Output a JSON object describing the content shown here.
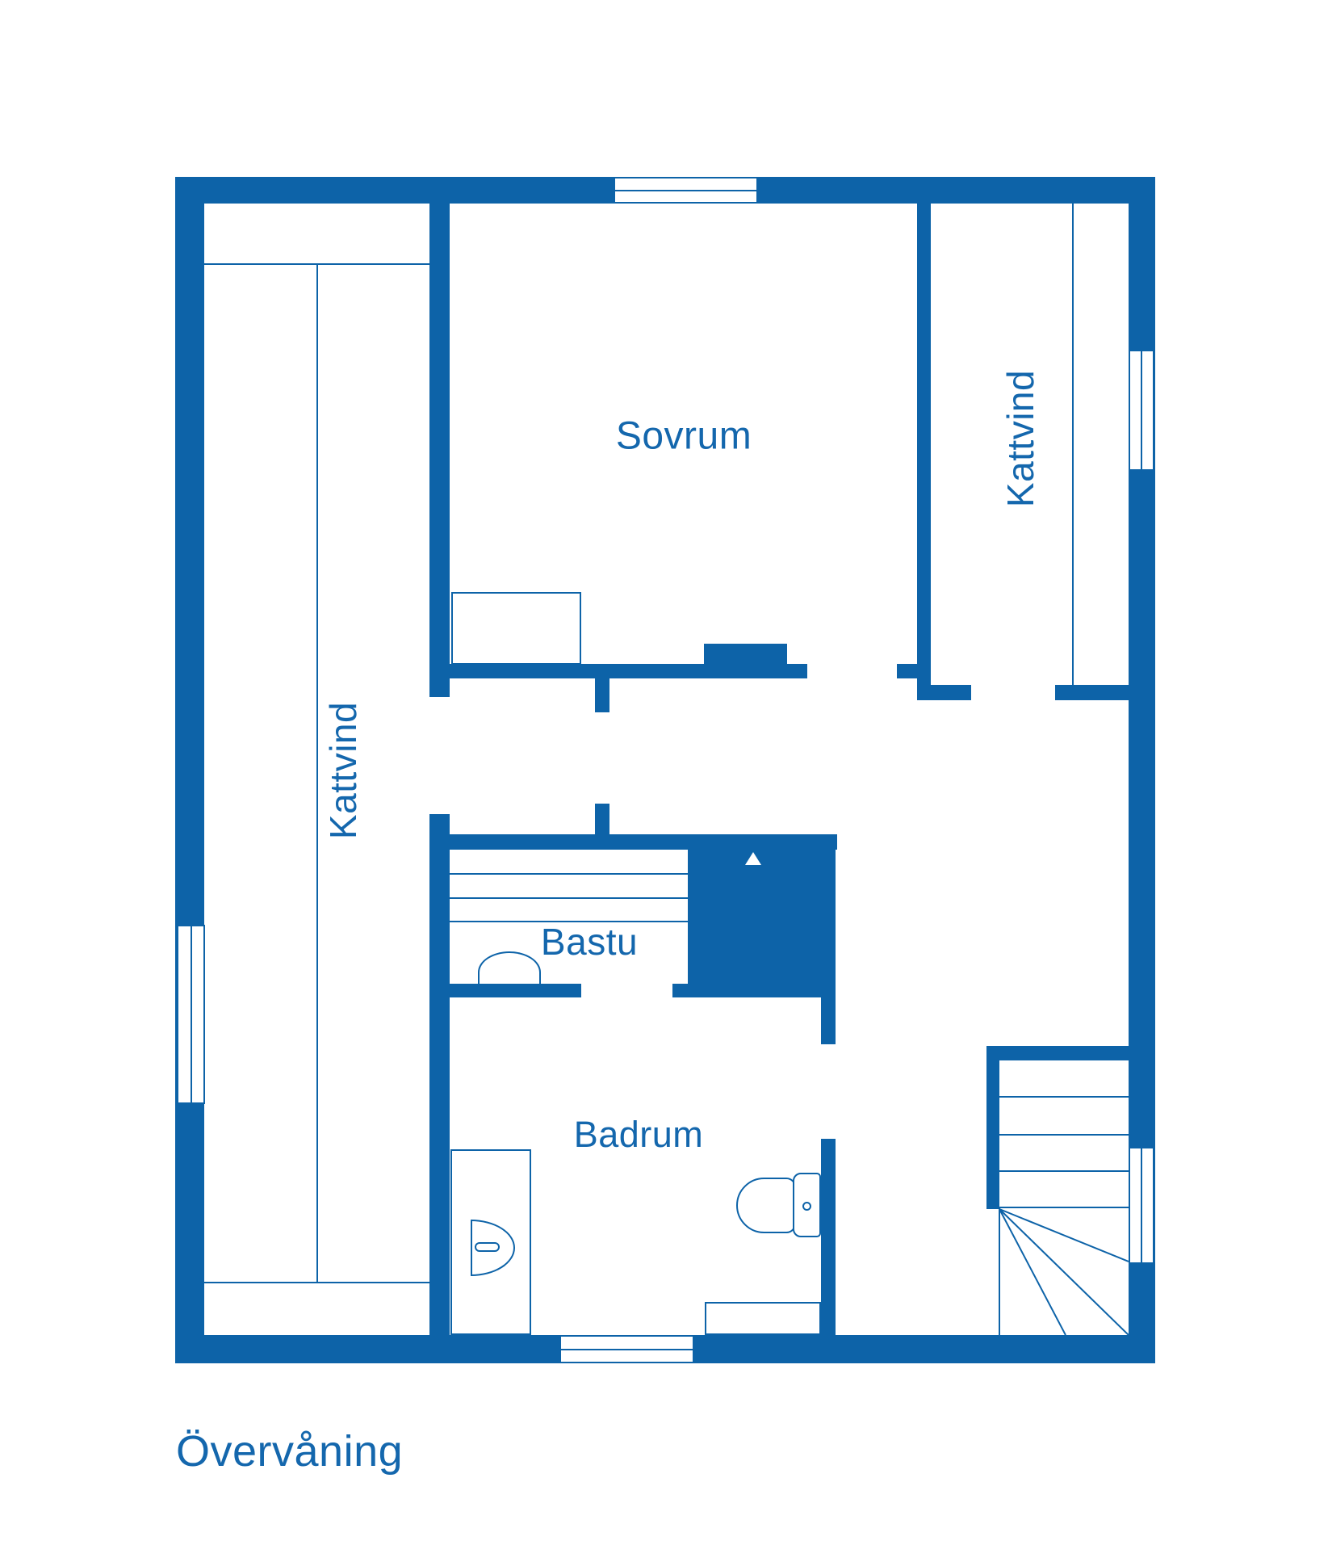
{
  "colors": {
    "wall": "#0d63a8",
    "label": "#1467ad",
    "bg": "#ffffff"
  },
  "title": {
    "text": "Övervåning"
  },
  "rooms": {
    "sovrum": {
      "label": "Sovrum"
    },
    "kattvind_left": {
      "label": "Kattvind"
    },
    "kattvind_right": {
      "label": "Kattvind"
    },
    "bastu": {
      "label": "Bastu"
    },
    "badrum": {
      "label": "Badrum"
    }
  },
  "icons": {
    "chimney_arrow": "up-arrow-icon",
    "toilet": "toilet-icon",
    "sink": "sink-icon",
    "faucet": "faucet-icon",
    "sauna_heater": "sauna-heater-icon",
    "staircase": "staircase",
    "windows": "window-symbol",
    "bed": "bed-outline"
  }
}
